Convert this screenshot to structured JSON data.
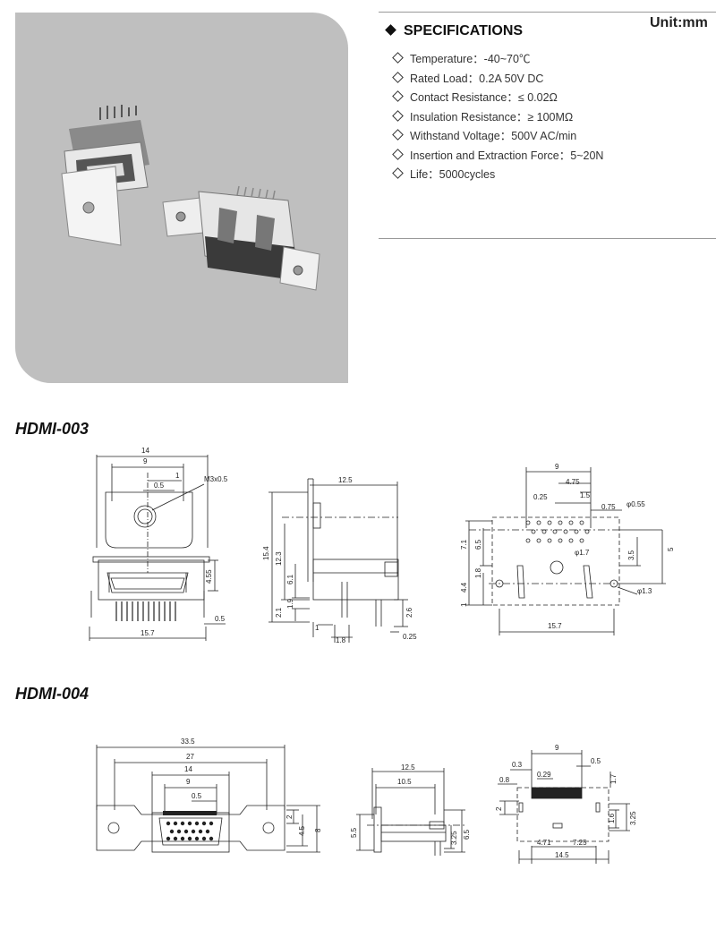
{
  "unit_label": "Unit:mm",
  "specs": {
    "title": "SPECIFICATIONS",
    "items": [
      "Temperature：-40~70℃",
      "Rated Load：0.2A 50V DC",
      "Contact Resistance：≤ 0.02Ω",
      "Insulation Resistance：≥ 100MΩ",
      "Withstand Voltage：500V AC/min",
      "Insertion and Extraction Force：5~20N",
      "Life：5000cycles"
    ]
  },
  "sections": {
    "hdmi003": {
      "title": "HDMI-003",
      "front": {
        "d1": "14",
        "d2": "9",
        "d3": "1",
        "d4": "0.5",
        "d5": "M3x0.5",
        "d6": "4.55",
        "d7": "0.5",
        "d8": "15.7"
      },
      "side": {
        "d1": "12.5",
        "d2": "15.4",
        "d3": "12.3",
        "d4": "6.1",
        "d5": "1.9",
        "d6": "2.1",
        "d7": "1",
        "d8": "1.8",
        "d9": "2.6",
        "d10": "0.25"
      },
      "pcb": {
        "d1": "9",
        "d2": "4.75",
        "d3": "0.25",
        "d4": "1.5",
        "d5": "0.75",
        "d6": "φ0.55",
        "d7": "7.1",
        "d8": "6.5",
        "d9": "φ1.7",
        "d10": "3.5",
        "d11": "5",
        "d12": "1.8",
        "d13": "4.4",
        "d14": "1",
        "d15": "φ1.3",
        "d16": "15.7"
      }
    },
    "hdmi004": {
      "title": "HDMI-004",
      "front": {
        "d1": "33.5",
        "d2": "27",
        "d3": "14",
        "d4": "9",
        "d5": "0.5",
        "d6": "2",
        "d7": "4.5",
        "d8": "8"
      },
      "side": {
        "d1": "12.5",
        "d2": "10.5",
        "d3": "5.5",
        "d4": "3.25",
        "d5": "6.5"
      },
      "pcb": {
        "d1": "9",
        "d2": "0.3",
        "d3": "0.5",
        "d4": "0.29",
        "d5": "1.7",
        "d6": "0.8",
        "d7": "2",
        "d8": "1.6",
        "d9": "3.25",
        "d10": "4.71",
        "d11": "7.25",
        "d12": "14.5"
      }
    }
  }
}
